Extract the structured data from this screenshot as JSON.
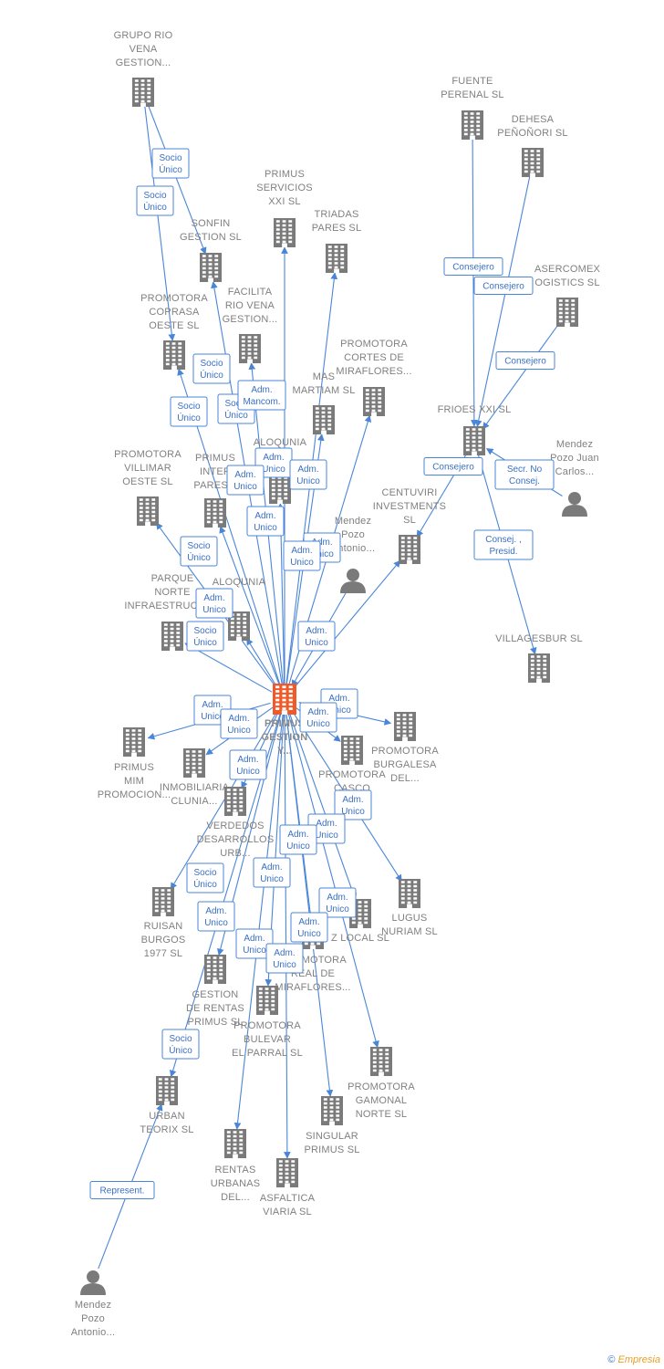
{
  "colors": {
    "company": "#7a7a7a",
    "main_company": "#f05a28",
    "person": "#7a7a7a",
    "edge": "#4a86d8"
  },
  "nodes": [
    {
      "id": "main",
      "kind": "company-main",
      "label": [
        "PRIMUS",
        "GESTION",
        "Y..."
      ]
    },
    {
      "id": "grupo",
      "kind": "company",
      "label": [
        "GRUPO RIO",
        "VENA",
        "GESTION..."
      ]
    },
    {
      "id": "sonfin",
      "kind": "company",
      "label": [
        "SONFIN",
        "GESTION  SL"
      ]
    },
    {
      "id": "primserv",
      "kind": "company",
      "label": [
        "PRIMUS",
        "SERVICIOS",
        "XXI  SL"
      ]
    },
    {
      "id": "triadas",
      "kind": "company",
      "label": [
        "TRIADAS",
        "PARES  SL"
      ]
    },
    {
      "id": "coprasa",
      "kind": "company",
      "label": [
        "PROMOTORA",
        "COPRASA",
        "OESTE SL"
      ]
    },
    {
      "id": "facilita",
      "kind": "company",
      "label": [
        "FACILITA",
        "RIO VENA",
        "GESTION..."
      ]
    },
    {
      "id": "cortes",
      "kind": "company",
      "label": [
        "PROMOTORA",
        "CORTES DE",
        "MIRAFLORES..."
      ]
    },
    {
      "id": "mas",
      "kind": "company",
      "label": [
        "MAS",
        "MARTIAM  SL"
      ]
    },
    {
      "id": "fuente",
      "kind": "company",
      "label": [
        "FUENTE",
        "PERENAL SL"
      ]
    },
    {
      "id": "dehesa",
      "kind": "company",
      "label": [
        "DEHESA",
        "PEÑOÑORI SL"
      ]
    },
    {
      "id": "asercomex",
      "kind": "company",
      "label": [
        "ASERCOMEX",
        "OGISTICS  SL"
      ]
    },
    {
      "id": "frioes",
      "kind": "company",
      "label": [
        "FRIOES XXI SL"
      ]
    },
    {
      "id": "mendezjc",
      "kind": "person",
      "label": [
        "Mendez",
        "Pozo Juan",
        "Carlos..."
      ]
    },
    {
      "id": "villagesbur",
      "kind": "company",
      "label": [
        "VILLAGESBUR SL"
      ]
    },
    {
      "id": "villimar",
      "kind": "company",
      "label": [
        "PROMOTORA",
        "VILLIMAR",
        "OESTE SL"
      ]
    },
    {
      "id": "primint",
      "kind": "company",
      "label": [
        "PRIMUS",
        "INTER",
        "PARES..."
      ]
    },
    {
      "id": "aloqunia1",
      "kind": "company",
      "label": [
        "ALOQUNIA"
      ]
    },
    {
      "id": "centuviri",
      "kind": "company",
      "label": [
        "CENTUVIRI",
        "INVESTMENTS",
        "SL"
      ]
    },
    {
      "id": "mendezmid",
      "kind": "person",
      "label": [
        "Mendez",
        "Pozo",
        "Antonio..."
      ]
    },
    {
      "id": "parque",
      "kind": "company",
      "label": [
        "PARQUE",
        "NORTE",
        "INFRAESTRUCTU..."
      ]
    },
    {
      "id": "aloqunia2",
      "kind": "company",
      "label": [
        "ALOQUNIA"
      ]
    },
    {
      "id": "primmim",
      "kind": "company",
      "label": [
        "PRIMUS",
        "MIM",
        "PROMOCION..."
      ]
    },
    {
      "id": "clunia",
      "kind": "company",
      "label": [
        "INMOBILIARIA",
        "CLUNIA..."
      ]
    },
    {
      "id": "burgalesa",
      "kind": "company",
      "label": [
        "PROMOTORA",
        "BURGALESA",
        "DEL..."
      ]
    },
    {
      "id": "promcasco",
      "kind": "company",
      "label": [
        "PROMOTORA",
        "CASCO"
      ]
    },
    {
      "id": "verdedos",
      "kind": "company",
      "label": [
        "VERDEDOS",
        "DESARROLLOS",
        "URB..."
      ]
    },
    {
      "id": "lugus",
      "kind": "company",
      "label": [
        "LUGUS",
        "NURIAM  SL"
      ]
    },
    {
      "id": "ruisan",
      "kind": "company",
      "label": [
        "RUISAN",
        "BURGOS",
        "1977  SL"
      ]
    },
    {
      "id": "local",
      "kind": "company",
      "label": [
        "Z LOCAL  SL"
      ]
    },
    {
      "id": "gestrentas",
      "kind": "company",
      "label": [
        "GESTION",
        "DE RENTAS",
        "PRIMUS  SL"
      ]
    },
    {
      "id": "realmira",
      "kind": "company",
      "label": [
        "PROMOTORA",
        "REAL DE",
        "MIRAFLORES..."
      ]
    },
    {
      "id": "bulevar",
      "kind": "company",
      "label": [
        "PROMOTORA",
        "BULEVAR",
        "EL PARRAL  SL"
      ]
    },
    {
      "id": "gamonal",
      "kind": "company",
      "label": [
        "PROMOTORA",
        "GAMONAL",
        "NORTE  SL"
      ]
    },
    {
      "id": "urban",
      "kind": "company",
      "label": [
        "URBAN",
        "TEORIX  SL"
      ]
    },
    {
      "id": "singular",
      "kind": "company",
      "label": [
        "SINGULAR",
        "PRIMUS  SL"
      ]
    },
    {
      "id": "rentas",
      "kind": "company",
      "label": [
        "RENTAS",
        "URBANAS",
        "DEL..."
      ]
    },
    {
      "id": "asfaltica",
      "kind": "company",
      "label": [
        "ASFALTICA",
        "VIARIA  SL"
      ]
    },
    {
      "id": "mendezant",
      "kind": "person",
      "label": [
        "Mendez",
        "Pozo",
        "Antonio..."
      ]
    }
  ],
  "edges": [
    {
      "from": "grupo",
      "to": "sonfin",
      "label": [
        "Socio",
        "Único"
      ]
    },
    {
      "from": "grupo",
      "to": "coprasa",
      "label": [
        "Socio",
        "Único"
      ]
    },
    {
      "from": "fuente",
      "to": "frioes",
      "label": [
        "Consejero"
      ]
    },
    {
      "from": "dehesa",
      "to": "frioes",
      "label": [
        "Consejero"
      ]
    },
    {
      "from": "asercomex",
      "to": "frioes",
      "label": [
        "Consejero"
      ]
    },
    {
      "from": "frioes",
      "to": "centuviri",
      "label": [
        "Consejero"
      ]
    },
    {
      "from": "mendezjc",
      "to": "frioes",
      "label": [
        "Secr.  No",
        "Consej."
      ]
    },
    {
      "from": "frioes",
      "to": "villagesbur",
      "label": [
        "Consej. ,",
        "Presid."
      ]
    },
    {
      "from": "main",
      "to": "primserv",
      "label": [
        "Adm.",
        "Unico"
      ]
    },
    {
      "from": "main",
      "to": "triadas",
      "label": [
        "Adm.",
        "Unico"
      ]
    },
    {
      "from": "main",
      "to": "sonfin",
      "label": [
        "Socio",
        "Único"
      ]
    },
    {
      "from": "main",
      "to": "coprasa",
      "label": [
        "Socio",
        "Único"
      ]
    },
    {
      "from": "main",
      "to": "facilita",
      "label": [
        "Socio",
        "Único"
      ]
    },
    {
      "from": "main",
      "to": "cortes",
      "label": [
        "Adm.",
        "Unico"
      ]
    },
    {
      "from": "main",
      "to": "mas",
      "label": [
        "Adm.",
        "Mancom."
      ]
    },
    {
      "from": "main",
      "to": "villimar",
      "label": [
        "Socio",
        "Único"
      ]
    },
    {
      "from": "main",
      "to": "primint",
      "label": [
        "Adm.",
        "Unico"
      ]
    },
    {
      "from": "main",
      "to": "aloqunia1",
      "label": [
        "Adm.",
        "Unico"
      ]
    },
    {
      "from": "main",
      "to": "centuviri",
      "label": [
        "Adm.",
        "Unico"
      ]
    },
    {
      "from": "main",
      "to": "parque",
      "label": [
        "Socio",
        "Único"
      ]
    },
    {
      "from": "main",
      "to": "aloqunia2",
      "label": [
        "Adm.",
        "Unico"
      ]
    },
    {
      "from": "mendezmid",
      "to": "main",
      "label": [
        "Adm.",
        "Unico"
      ]
    },
    {
      "from": "main",
      "to": "primmim",
      "label": [
        "Adm.",
        "Unico"
      ]
    },
    {
      "from": "main",
      "to": "clunia",
      "label": [
        "Adm.",
        "Unico"
      ]
    },
    {
      "from": "main",
      "to": "burgalesa",
      "label": [
        "Adm.",
        "Unico"
      ]
    },
    {
      "from": "main",
      "to": "promcasco",
      "label": [
        "Adm.",
        "Unico"
      ]
    },
    {
      "from": "main",
      "to": "verdedos",
      "label": [
        "Adm.",
        "Unico"
      ]
    },
    {
      "from": "main",
      "to": "lugus",
      "label": [
        "Adm.",
        "Unico"
      ]
    },
    {
      "from": "main",
      "to": "ruisan",
      "label": [
        "Socio",
        "Único"
      ]
    },
    {
      "from": "main",
      "to": "local",
      "label": [
        "Adm.",
        "Unico"
      ]
    },
    {
      "from": "main",
      "to": "gestrentas",
      "label": [
        "Adm.",
        "Unico"
      ]
    },
    {
      "from": "main",
      "to": "realmira",
      "label": [
        "Adm.",
        "Unico"
      ]
    },
    {
      "from": "main",
      "to": "bulevar",
      "label": [
        "Adm.",
        "Unico"
      ]
    },
    {
      "from": "main",
      "to": "gamonal",
      "label": [
        "Adm.",
        "Unico"
      ]
    },
    {
      "from": "main",
      "to": "urban",
      "label": [
        "Socio",
        "Único"
      ]
    },
    {
      "from": "main",
      "to": "singular",
      "label": [
        "Adm.",
        "Unico"
      ]
    },
    {
      "from": "main",
      "to": "rentas",
      "label": [
        "Adm.",
        "Unico"
      ]
    },
    {
      "from": "main",
      "to": "asfaltica",
      "label": [
        "Adm.",
        "Unico"
      ]
    },
    {
      "from": "mendezant",
      "to": "urban",
      "label": [
        "Represent."
      ]
    }
  ],
  "footer": {
    "copyright": "©",
    "brand": "Empresia"
  }
}
